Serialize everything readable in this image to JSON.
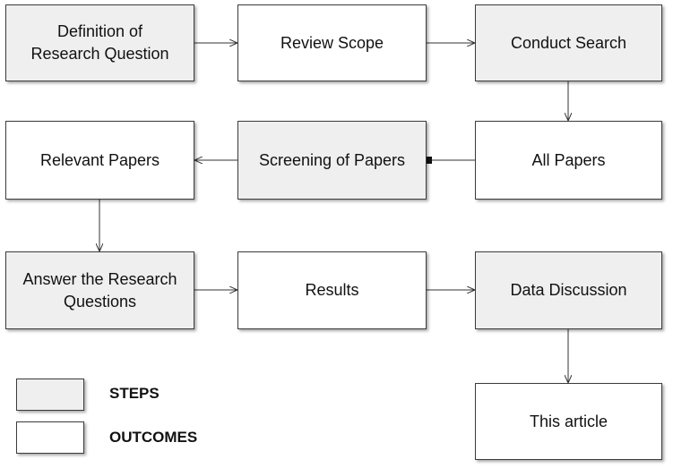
{
  "nodes": {
    "definition": "Definition of\nResearch Question",
    "review_scope": "Review Scope",
    "conduct_search": "Conduct Search",
    "relevant_papers": "Relevant Papers",
    "screening": "Screening of Papers",
    "all_papers": "All Papers",
    "answer": "Answer the Research\nQuestions",
    "results": "Results",
    "data_discussion": "Data Discussion",
    "this_article": "This article"
  },
  "legend": {
    "steps": "STEPS",
    "outcomes": "OUTCOMES"
  },
  "edges": [
    [
      "definition",
      "review_scope"
    ],
    [
      "review_scope",
      "conduct_search"
    ],
    [
      "conduct_search",
      "all_papers"
    ],
    [
      "all_papers",
      "screening"
    ],
    [
      "screening",
      "relevant_papers"
    ],
    [
      "relevant_papers",
      "answer"
    ],
    [
      "answer",
      "results"
    ],
    [
      "results",
      "data_discussion"
    ],
    [
      "data_discussion",
      "this_article"
    ]
  ],
  "colors": {
    "step_fill": "#efefef",
    "outcome_fill": "#ffffff",
    "stroke": "#3c3c3c"
  }
}
